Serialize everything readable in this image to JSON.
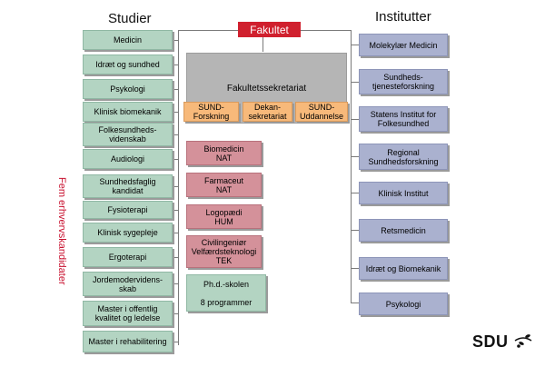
{
  "headings": {
    "studier": "Studier",
    "institutter": "Institutter"
  },
  "fakultet": {
    "title": "Fakultet",
    "sekretariat": "Fakultetssekretariat",
    "units": [
      "SUND-\nForskning",
      "Dekan-\nsekretariat",
      "SUND-\nUddannelse"
    ]
  },
  "studier": [
    "Medicin",
    "Idræt og sundhed",
    "Psykologi",
    "Klinisk biomekanik",
    "Folkesundheds-\nvidenskab",
    "Audiologi",
    "Sundhedsfaglig\nkandidat",
    "Fysioterapi",
    "Klinisk sygepleje",
    "Ergoterapi",
    "Jordemodervidens-\nskab",
    "Master i offentlig\nkvalitet og ledelse",
    "Master i rehabilitering"
  ],
  "side_label": "Fem erhvervskandidater",
  "tvaer": [
    "Biomedicin\nNAT",
    "Farmaceut\nNAT",
    "Logopædi\nHUM",
    "Civilingeniør\nVelfærdsteknologi\nTEK"
  ],
  "phd": "Ph.d.-skolen\n\n8 programmer",
  "institutter": [
    "Molekylær Medicin",
    "Sundheds-\ntjenesteforskning",
    "Statens Institut for\nFolkesundhed",
    "Regional\nSundhedsforskning",
    "Klinisk Institut",
    "Retsmedicin",
    "Idræt og Biomekanik",
    "Psykologi"
  ],
  "logo": "SDU"
}
